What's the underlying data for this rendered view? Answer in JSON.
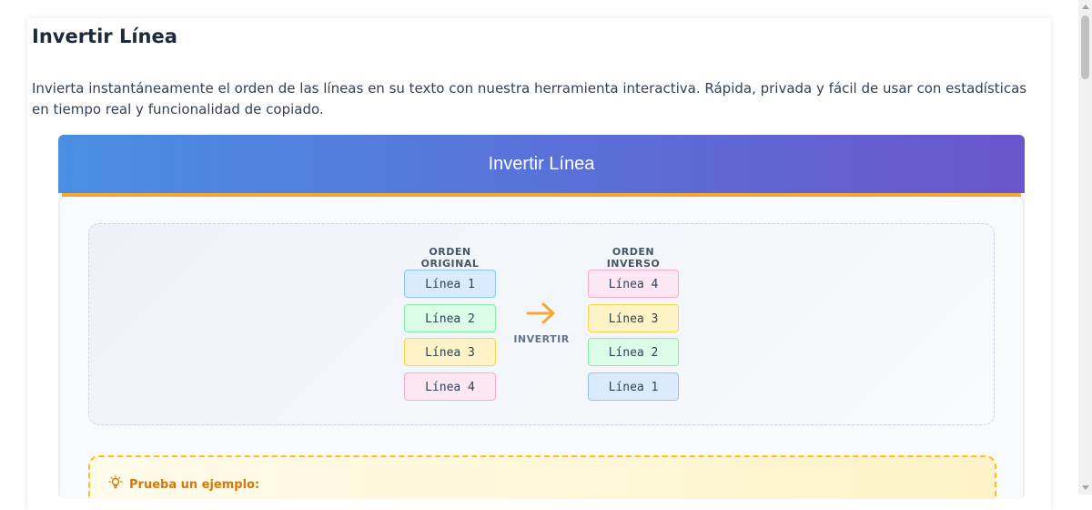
{
  "page": {
    "title": "Invertir Línea",
    "description": "Invierta instantáneamente el orden de las líneas en su texto con nuestra herramienta interactiva. Rápida, privada y fácil de usar con estadísticas en tiempo real y funcionalidad de copiado."
  },
  "tool": {
    "header_title": "Invertir Línea",
    "header_gradient": [
      "#4a8fe2",
      "#6b55cd"
    ],
    "accent_color": "#f5a836"
  },
  "demo": {
    "original_title": "ORDEN ORIGINAL",
    "reversed_title": "ORDEN INVERSO",
    "arrow_label": "INVERTIR",
    "arrow_icon": "arrow-right-icon",
    "original_lines": [
      "Línea 1",
      "Línea 2",
      "Línea 3",
      "Línea 4"
    ],
    "reversed_lines": [
      "Línea 4",
      "Línea 3",
      "Línea 2",
      "Línea 1"
    ]
  },
  "example": {
    "icon": "lightbulb-icon",
    "label": "Prueba un ejemplo:"
  }
}
